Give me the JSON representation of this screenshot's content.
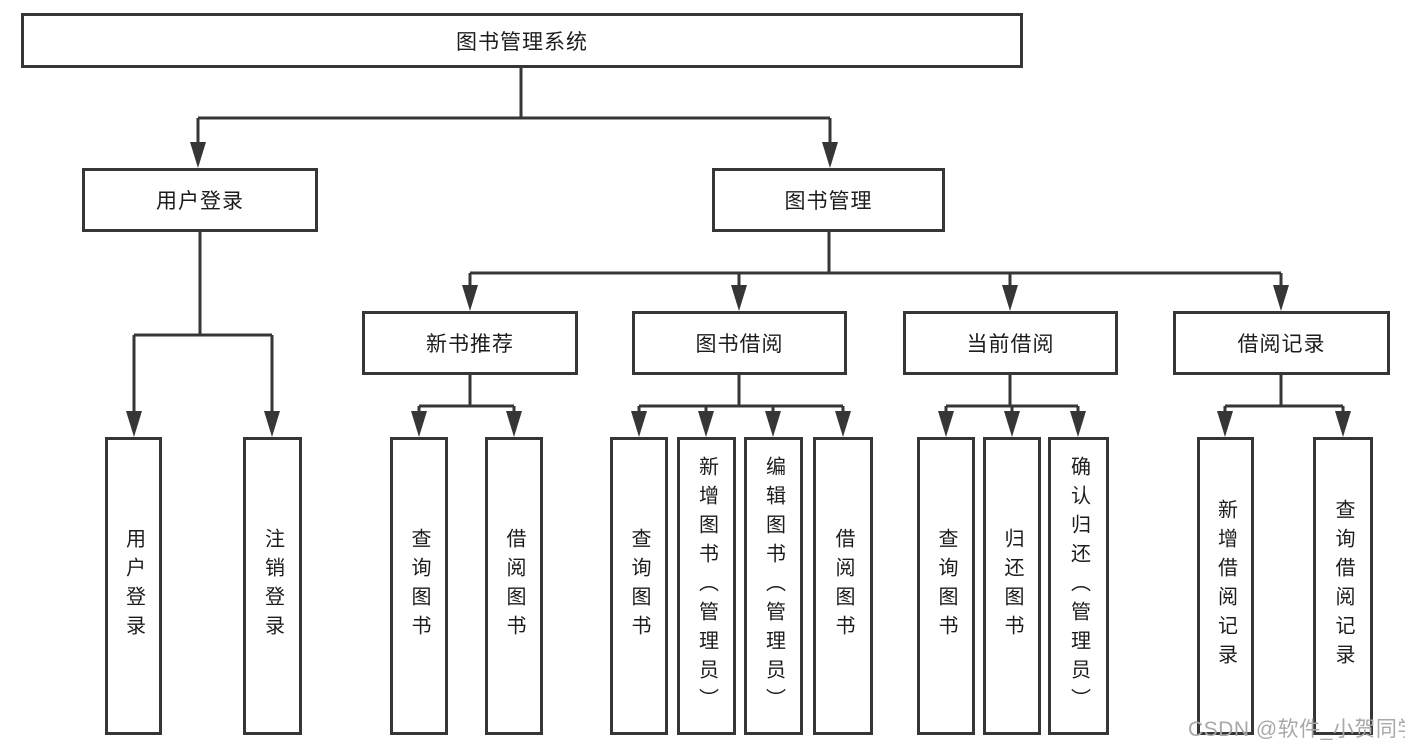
{
  "colors": {
    "line": "#363636",
    "box_border": "#363636",
    "box_fill": "#ffffff",
    "label_text": "#1c1c1c",
    "watermark_text": "#a9a9a9",
    "background": "#ffffff"
  },
  "watermark": {
    "text": "CSDN @软件_小贺同学"
  },
  "diagram": {
    "type": "tree",
    "root": {
      "label": "图书管理系统",
      "children": [
        {
          "label": "用户登录",
          "children": [
            {
              "label": "用户登录"
            },
            {
              "label": "注销登录"
            }
          ]
        },
        {
          "label": "图书管理",
          "children": [
            {
              "label": "新书推荐",
              "children": [
                {
                  "label": "查询图书"
                },
                {
                  "label": "借阅图书"
                }
              ]
            },
            {
              "label": "图书借阅",
              "children": [
                {
                  "label": "查询图书"
                },
                {
                  "label": "新增图书（管理员）"
                },
                {
                  "label": "编辑图书（管理员）"
                },
                {
                  "label": "借阅图书"
                }
              ]
            },
            {
              "label": "当前借阅",
              "children": [
                {
                  "label": "查询图书"
                },
                {
                  "label": "归还图书"
                },
                {
                  "label": "确认归还（管理员）"
                }
              ]
            },
            {
              "label": "借阅记录",
              "children": [
                {
                  "label": "新增借阅记录"
                },
                {
                  "label": "查询借阅记录"
                }
              ]
            }
          ]
        }
      ]
    }
  }
}
